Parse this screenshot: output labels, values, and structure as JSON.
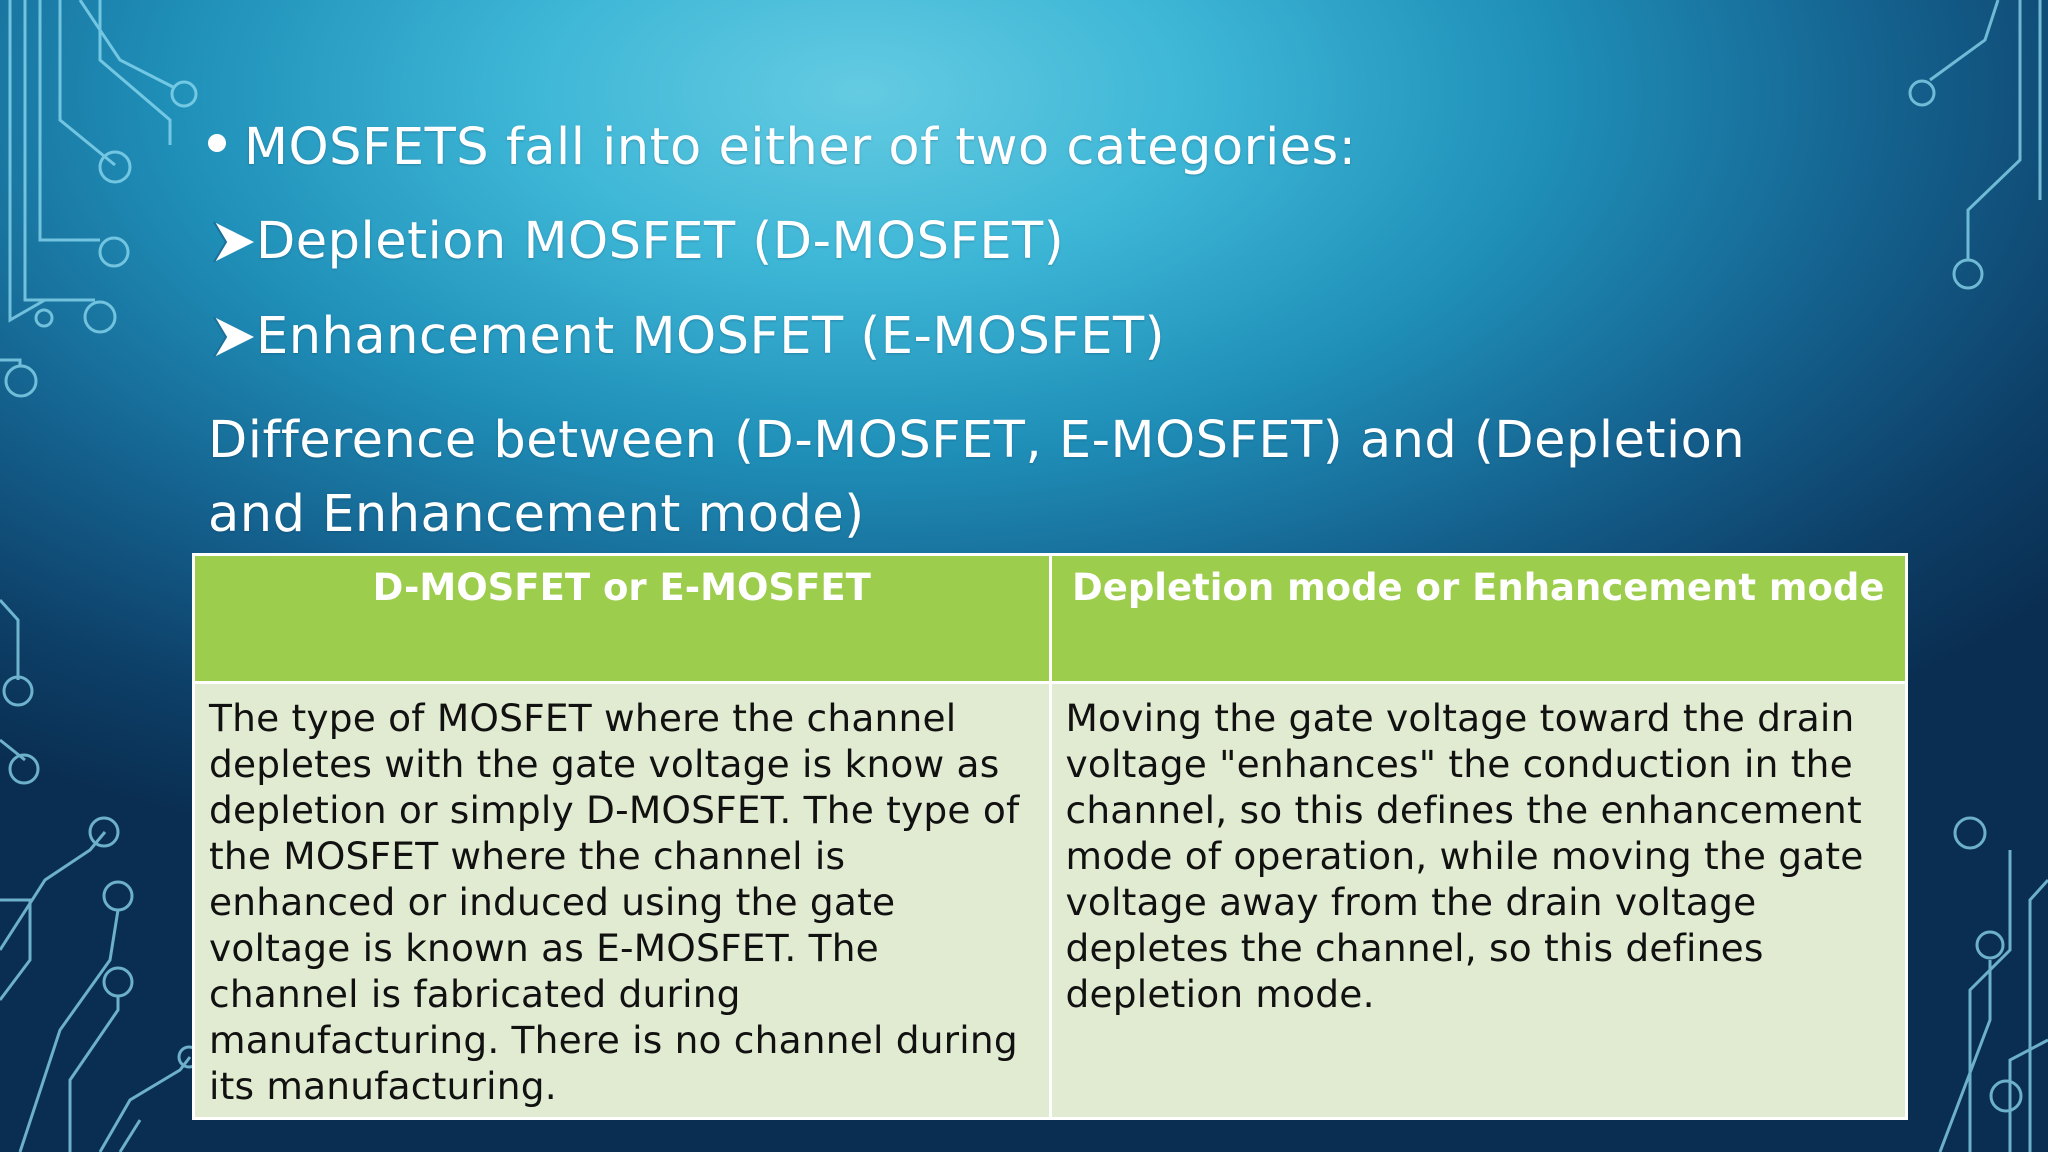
{
  "slide": {
    "bullet_main": "MOSFETS fall into either of two categories:",
    "sub_items": [
      "Depletion MOSFET (D-MOSFET)",
      "Enhancement MOSFET (E-MOSFET)"
    ],
    "heading": "Difference between (D-MOSFET, E-MOSFET) and (Depletion and Enhancement mode)"
  },
  "table": {
    "headers": [
      "D-MOSFET or E-MOSFET",
      "Depletion mode or Enhancement mode"
    ],
    "rows": [
      [
        "The type of MOSFET where the channel depletes with the gate voltage is know as depletion or simply D-MOSFET. The type of the MOSFET where the channel is enhanced or induced using the gate voltage is known as E-MOSFET. The channel is fabricated during manufacturing. There is no channel during its manufacturing.",
        "Moving the gate voltage toward the drain voltage \"enhances\" the conduction in the channel, so this defines the enhancement mode of operation, while moving the gate voltage away from the drain voltage depletes the channel, so this defines depletion mode."
      ]
    ]
  },
  "colors": {
    "header_green": "#9dcd4c",
    "cell_bg": "#e1ebd1",
    "circuit_line": "#7fd4ee"
  },
  "icons": [
    "circuit-trace-decoration",
    "arrow-bullet-icon",
    "bullet-dot-icon"
  ]
}
